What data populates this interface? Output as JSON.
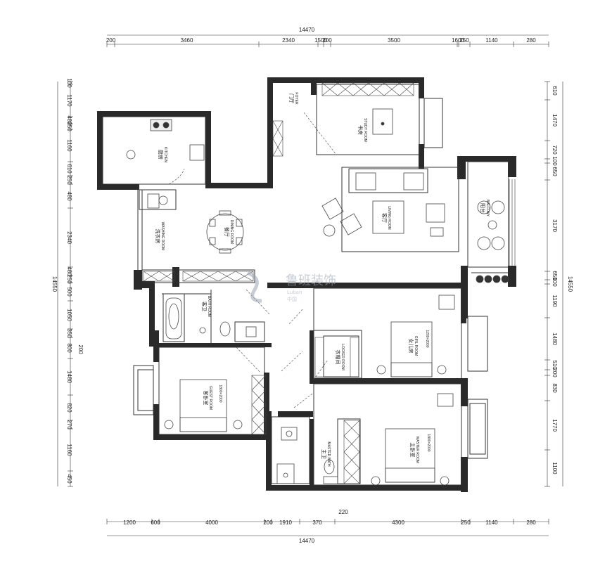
{
  "dimensions": {
    "top_total": "14470",
    "top_segments": [
      "200",
      "3460",
      "2340",
      "1500",
      "200",
      "3500",
      "1600",
      "250",
      "1140",
      "280"
    ],
    "bottom_total": "14470",
    "bottom_extra": "220",
    "bottom_segments": [
      "1200",
      "600",
      "4000",
      "200",
      "1910",
      "370",
      "4300",
      "250",
      "1140",
      "280"
    ],
    "left_total": "14550",
    "left_segments": [
      "100",
      "1170",
      "480",
      "250",
      "1160",
      "610",
      "250",
      "480",
      "2340",
      "480",
      "250",
      "500",
      "1050",
      "350",
      "800",
      "1480",
      "820",
      "270",
      "1160",
      "450"
    ],
    "left_inner": "200",
    "right_total": "14550",
    "right_segments": [
      "610",
      "1470",
      "720",
      "100",
      "650",
      "3170",
      "650",
      "100",
      "1190",
      "1480",
      "510",
      "200",
      "830",
      "1770",
      "1100"
    ]
  },
  "rooms": [
    {
      "id": "kitchen",
      "cn": "厨房",
      "en": "KITCHEN"
    },
    {
      "id": "foyer",
      "cn": "门厅",
      "en": "FOYER"
    },
    {
      "id": "study",
      "cn": "书房",
      "en": "STUDY ROOM"
    },
    {
      "id": "living",
      "cn": "客厅",
      "en": "LIVING ROOM"
    },
    {
      "id": "dining",
      "cn": "餐厅",
      "en": "DINING ROOM"
    },
    {
      "id": "washing",
      "cn": "洗衣房",
      "en": "WASHING ROOM"
    },
    {
      "id": "balcony",
      "cn": "阳台",
      "en": "BALCONY"
    },
    {
      "id": "bath",
      "cn": "客卫",
      "en": "BATH ROOM"
    },
    {
      "id": "girl",
      "cn": "女儿房",
      "en": "GIRL ROOM"
    },
    {
      "id": "locker",
      "cn": "衣帽间",
      "en": "LOCKER ROOM"
    },
    {
      "id": "guest",
      "cn": "客卧室",
      "en": "GUEST ROOM"
    },
    {
      "id": "master_bath",
      "cn": "主卫",
      "en": "MASTER BATH"
    },
    {
      "id": "master",
      "cn": "主卧室",
      "en": "MASTER ROOM"
    }
  ],
  "bed_labels": {
    "guest": "1800×2000",
    "girl": "1200×2000",
    "master": "1800×2000"
  },
  "watermark": {
    "logo": "鲁班装饰",
    "sub_en": "Luban",
    "sub_cn": "中国"
  },
  "colors": {
    "wall": "#2a2a2a",
    "line": "#333333",
    "furniture": "#555555",
    "bg": "#ffffff"
  }
}
